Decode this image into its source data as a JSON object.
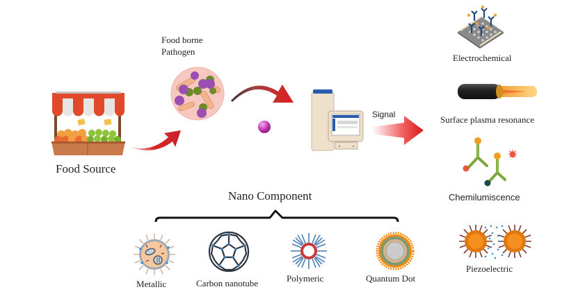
{
  "stages": {
    "food_source": {
      "label": "Food Source",
      "icon": "market-stall-icon"
    },
    "pathogen": {
      "label_line1": "Food borne",
      "label_line2": "Pathogen",
      "icon": "pathogen-sample-icon"
    },
    "nanoparticle": {
      "icon": "nanoparticle-sphere-icon"
    },
    "instrument": {
      "icon": "biosensor-instrument-icon"
    },
    "signal": {
      "label": "Signal",
      "icon": "signal-arrow-icon"
    }
  },
  "detection_methods": [
    {
      "label": "Electrochemical",
      "icon": "electrode-chip-icon"
    },
    {
      "label": "Surface plasma resonance",
      "icon": "optical-fiber-icon"
    },
    {
      "label": "Chemilumiscence",
      "icon": "antibody-icon"
    },
    {
      "label": "Piezoelectric",
      "icon": "micelle-pair-icon"
    }
  ],
  "nano_component": {
    "title": "Nano Component",
    "items": [
      {
        "label": "Metallic",
        "icon": "metallic-nanoparticle-icon"
      },
      {
        "label": "Carbon nanotube",
        "icon": "fullerene-icon"
      },
      {
        "label": "Polymeric",
        "icon": "polymeric-micelle-icon"
      },
      {
        "label": "Quantum Dot",
        "icon": "quantum-dot-icon"
      }
    ]
  },
  "colors": {
    "arrow_red": "#d42a2a",
    "awning_red": "#e04a2a",
    "pathogen_bg": "#f7c8c0",
    "pathogen_purple": "#9b4fb0",
    "pathogen_green": "#6d8a2a",
    "instrument_beige": "#efe0cc",
    "screen_blue": "#2a5db0",
    "antibody_green": "#7aa83c",
    "piezo_orange": "#f08a10",
    "fullerene_dark": "#2b3440"
  }
}
